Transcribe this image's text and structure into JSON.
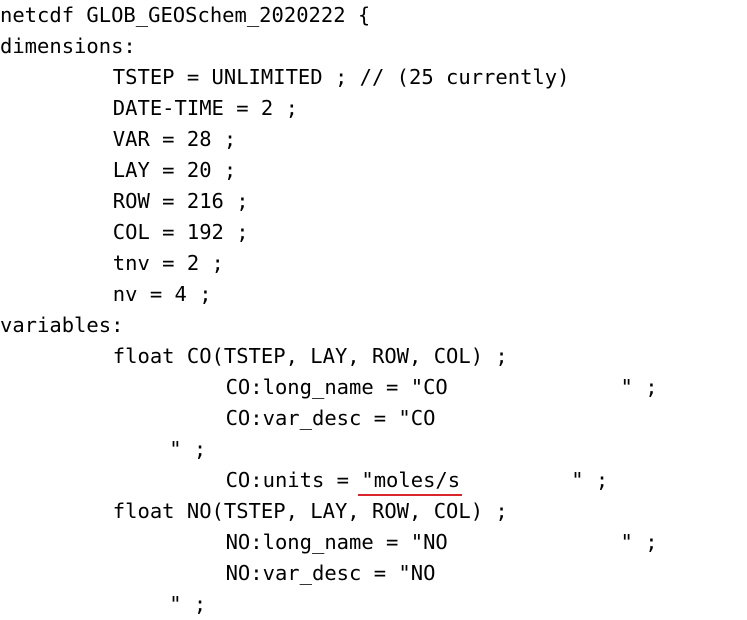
{
  "document": {
    "lines": [
      {
        "indent": 0,
        "text": "netcdf GLOB_GEOSchem_2020222 {"
      },
      {
        "indent": 0,
        "text": "dimensions:"
      },
      {
        "indent": 8,
        "text": "TSTEP = UNLIMITED ; // (25 currently)"
      },
      {
        "indent": 8,
        "text": "DATE-TIME = 2 ;"
      },
      {
        "indent": 8,
        "text": "VAR = 28 ;"
      },
      {
        "indent": 8,
        "text": "LAY = 20 ;"
      },
      {
        "indent": 8,
        "text": "ROW = 216 ;"
      },
      {
        "indent": 8,
        "text": "COL = 192 ;"
      },
      {
        "indent": 8,
        "text": "tnv = 2 ;"
      },
      {
        "indent": 8,
        "text": "nv = 4 ;"
      },
      {
        "indent": 0,
        "text": "variables:"
      },
      {
        "indent": 8,
        "text": "float CO(TSTEP, LAY, ROW, COL) ;"
      },
      {
        "indent": 16,
        "text": "CO:long_name = \"CO              \" ;"
      },
      {
        "indent": 16,
        "text": "CO:var_desc = \"CO"
      },
      {
        "indent": 12,
        "text": "\" ;"
      },
      {
        "indent": 16,
        "text": "CO:units = ",
        "highlight": "\"moles/s",
        "suffix": "         \" ;"
      },
      {
        "indent": 8,
        "text": "float NO(TSTEP, LAY, ROW, COL) ;"
      },
      {
        "indent": 16,
        "text": "NO:long_name = \"NO              \" ;"
      },
      {
        "indent": 16,
        "text": "NO:var_desc = \"NO"
      },
      {
        "indent": 12,
        "text": "\" ;"
      }
    ],
    "highlight_color": "#d9262c"
  }
}
